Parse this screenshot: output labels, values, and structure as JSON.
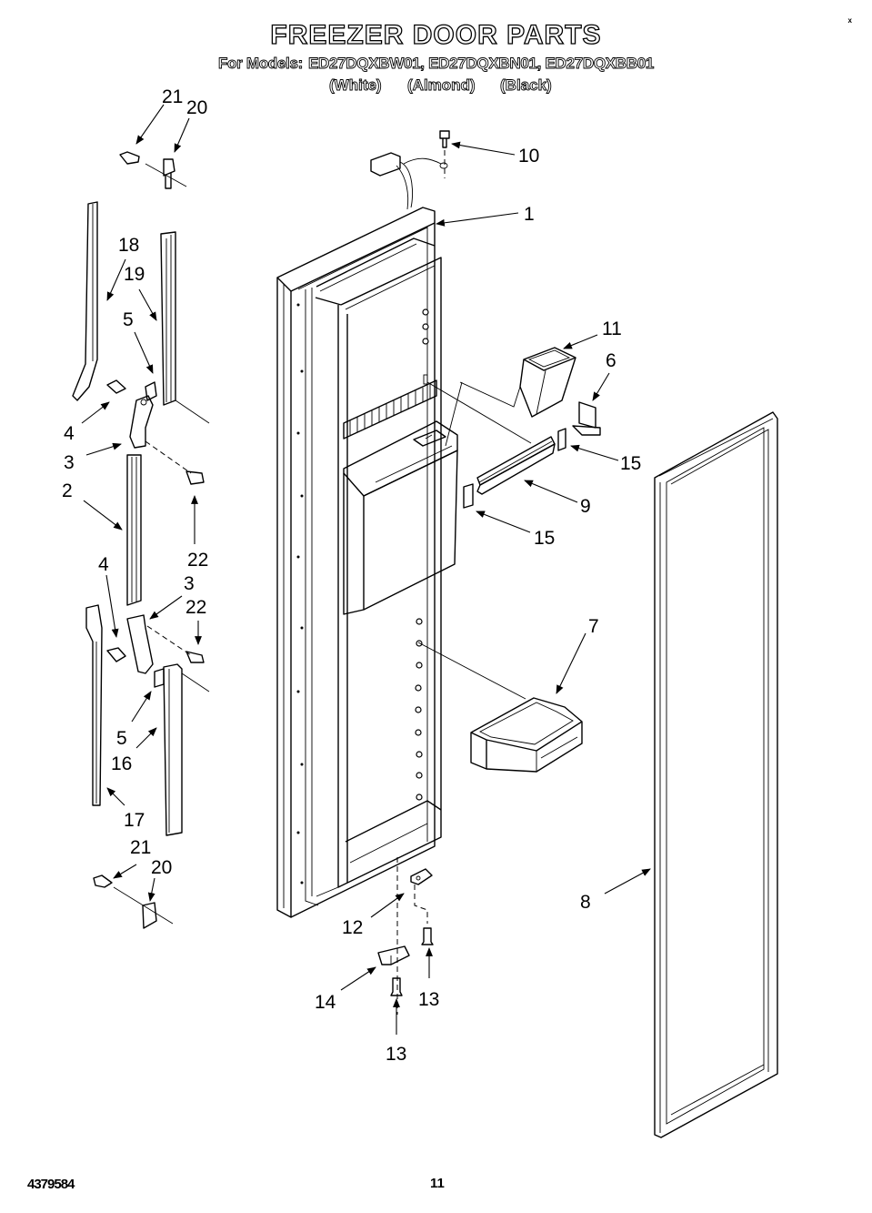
{
  "header": {
    "title": "FREEZER DOOR PARTS",
    "models_label": "For Models:",
    "models": [
      {
        "model": "ED27DQXBW01",
        "color": "(White)"
      },
      {
        "model": "ED27DQXBN01",
        "color": "(Almond)"
      },
      {
        "model": "ED27DQXBB01",
        "color": "(Black)"
      }
    ],
    "corner_mark": "x"
  },
  "footer": {
    "document_number": "4379584",
    "page_number": "11"
  },
  "diagram": {
    "type": "exploded-parts-view",
    "callouts": {
      "c1": "1",
      "c2": "2",
      "c3a": "3",
      "c3b": "3",
      "c4a": "4",
      "c4b": "4",
      "c5a": "5",
      "c5b": "5",
      "c6": "6",
      "c7": "7",
      "c8": "8",
      "c9": "9",
      "c10": "10",
      "c11": "11",
      "c12": "12",
      "c13a": "13",
      "c13b": "13",
      "c14": "14",
      "c15a": "15",
      "c15b": "15",
      "c16": "16",
      "c17": "17",
      "c18": "18",
      "c19": "19",
      "c20a": "20",
      "c20b": "20",
      "c21a": "21",
      "c21b": "21",
      "c22a": "22",
      "c22b": "22"
    }
  }
}
